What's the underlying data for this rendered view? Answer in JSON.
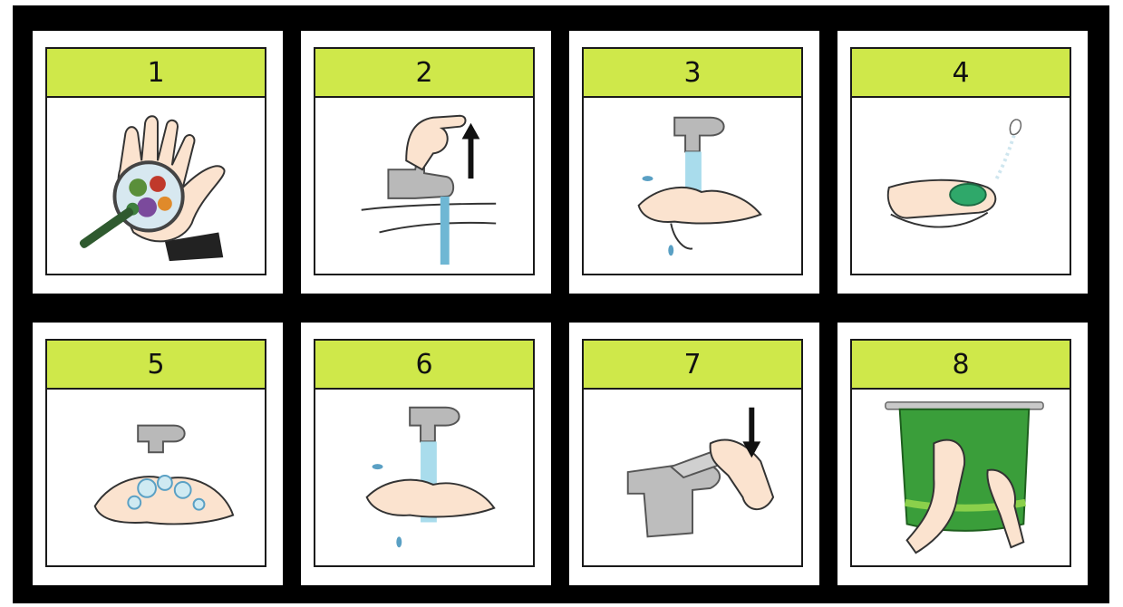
{
  "steps": [
    {
      "label": "1",
      "icon": "germs-magnifier-hand-icon"
    },
    {
      "label": "2",
      "icon": "turn-on-tap-icon"
    },
    {
      "label": "3",
      "icon": "wet-hands-icon"
    },
    {
      "label": "4",
      "icon": "apply-soap-icon"
    },
    {
      "label": "5",
      "icon": "lather-hands-icon"
    },
    {
      "label": "6",
      "icon": "rinse-hands-icon"
    },
    {
      "label": "7",
      "icon": "turn-off-tap-icon"
    },
    {
      "label": "8",
      "icon": "dry-hands-towel-icon"
    }
  ],
  "colors": {
    "label_bar": "#cfe84a",
    "border": "#1a1a1a",
    "background": "#000000",
    "water": "#a9dcec",
    "soap": "#2fa86a",
    "towel": "#3a9e3a"
  }
}
